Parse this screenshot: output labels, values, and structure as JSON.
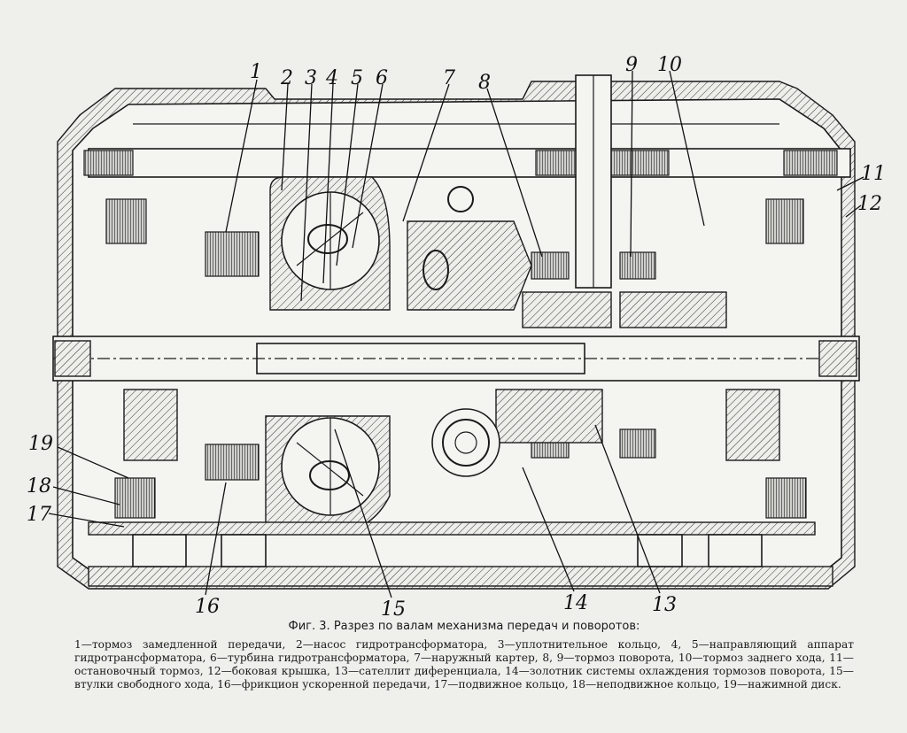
{
  "figure": {
    "callouts": [
      "1",
      "2",
      "3",
      "4",
      "5",
      "6",
      "7",
      "8",
      "9",
      "10",
      "11",
      "12",
      "13",
      "14",
      "15",
      "16",
      "17",
      "18",
      "19"
    ],
    "caption_title": "Фиг. 3. Разрез по валам механизма передач и поворотов:",
    "caption_body": "1—тормоз замедленной передачи, 2—насос гидротрансформатора, 3—уплотнительное кольцо, 4, 5—направляющий аппарат гидротрансформатора, 6—турбина гидротрансформатора, 7—наружный картер, 8, 9—тормоз поворота, 10—тормоз заднего хода, 11—остановочный тормоз, 12—боковая крышка, 13—сателлит диференциала, 14—золотник системы охлаждения тормозов поворота, 15—втулки свободного хода, 16—фрикцион ускоренной передачи, 17—подвижное кольцо, 18—неподвижное кольцо, 19—нажимной диск."
  }
}
